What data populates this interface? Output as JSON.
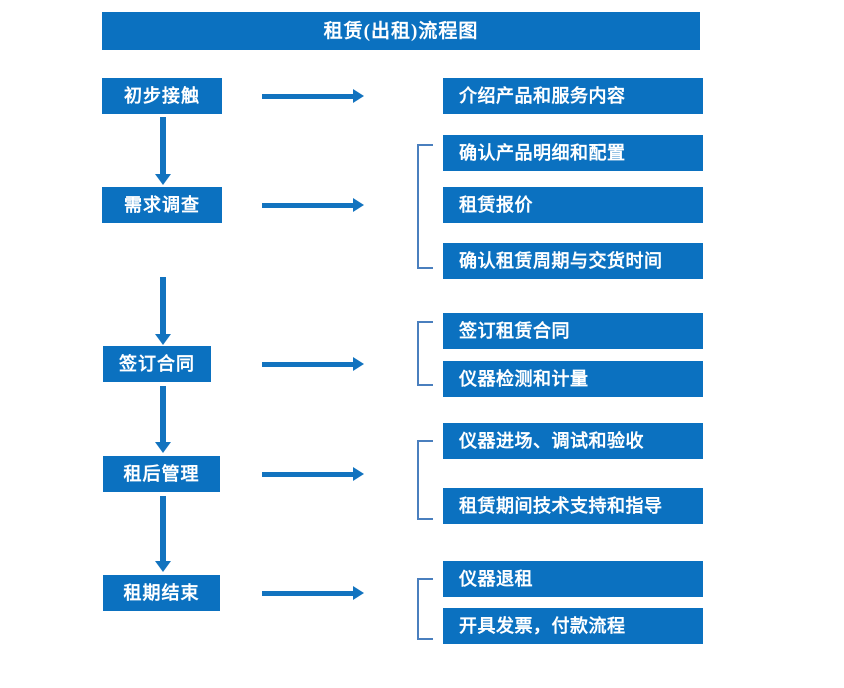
{
  "header": {
    "title": "租赁(出租)流程图"
  },
  "colors": {
    "box_blue": "#0b71c0",
    "arrow_blue": "#1273bf",
    "bracket_blue": "#4a7fbe",
    "text_white": "#ffffff",
    "background": "#ffffff"
  },
  "flow": {
    "stages": [
      {
        "id": "stage-1",
        "label": "初步接触",
        "details": [
          "介绍产品和服务内容"
        ]
      },
      {
        "id": "stage-2",
        "label": "需求调查",
        "details": [
          "确认产品明细和配置",
          "租赁报价",
          "确认租赁周期与交货时间"
        ]
      },
      {
        "id": "stage-3",
        "label": "签订合同",
        "details": [
          "签订租赁合同",
          "仪器检测和计量"
        ]
      },
      {
        "id": "stage-4",
        "label": "租后管理",
        "details": [
          "仪器进场、调试和验收",
          "租赁期间技术支持和指导"
        ]
      },
      {
        "id": "stage-5",
        "label": "租期结束",
        "details": [
          "仪器退租",
          "开具发票，付款流程"
        ]
      }
    ]
  }
}
